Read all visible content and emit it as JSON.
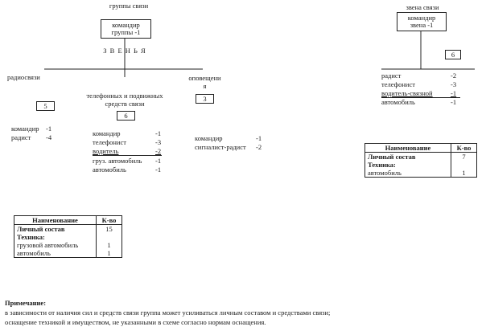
{
  "group": {
    "title": "группы связи",
    "commander": "командир\nгруппы -1",
    "zvenya_label": "З В Е Н Ь Я"
  },
  "branches": {
    "radio": {
      "label": "радиосвязи",
      "count": "5",
      "items": [
        {
          "name": "командир",
          "qty": "-1"
        },
        {
          "name": "радист",
          "qty": "-4"
        }
      ]
    },
    "phone": {
      "label": "телефонных и подвижных\nсредств связи",
      "count": "6",
      "items": [
        {
          "name": "командир",
          "qty": "-1"
        },
        {
          "name": "телефонист",
          "qty": "-3"
        },
        {
          "name": "водитель",
          "qty": "-2"
        },
        {
          "name": "груз. автомобиль",
          "qty": "-1"
        },
        {
          "name": "автомобиль",
          "qty": "-1"
        }
      ]
    },
    "alert": {
      "label": "оповещени\nя",
      "count": "3",
      "items": [
        {
          "name": "командир",
          "qty": "-1"
        },
        {
          "name": "сигналист-радист",
          "qty": "-2"
        }
      ]
    }
  },
  "zveno": {
    "title": "звена связи",
    "commander": "командир\nзвена -1",
    "count": "6",
    "items": [
      {
        "name": "радист",
        "qty": "-2"
      },
      {
        "name": "телефонист",
        "qty": "-3"
      },
      {
        "name": "водитель-связной",
        "qty": "-1"
      },
      {
        "name": "автомобиль",
        "qty": "-1"
      }
    ]
  },
  "table_right": {
    "headers": [
      "Наименование",
      "К-во"
    ],
    "rows": [
      {
        "name": "Личный состав",
        "qty": "7",
        "bold": true
      },
      {
        "name": "Техника:",
        "qty": "",
        "bold": true
      },
      {
        "name": "автомобиль",
        "qty": "1",
        "bold": false
      }
    ]
  },
  "table_left": {
    "headers": [
      "Наименование",
      "К-во"
    ],
    "rows": [
      {
        "name": "Личный состав",
        "qty": "15",
        "bold": true
      },
      {
        "name": "Техника:",
        "qty": "",
        "bold": true
      },
      {
        "name": "грузовой автомобиль",
        "qty": "1",
        "bold": false
      },
      {
        "name": "автомобиль",
        "qty": "1",
        "bold": false
      }
    ]
  },
  "note": {
    "title": "Примечание:",
    "line1": "в зависимости от наличия сил и средств связи группа может усиливаться личным составом и средствами связи;",
    "line2": "оснащение техникой и имуществом, не указанными в схеме согласно нормам оснащения."
  }
}
